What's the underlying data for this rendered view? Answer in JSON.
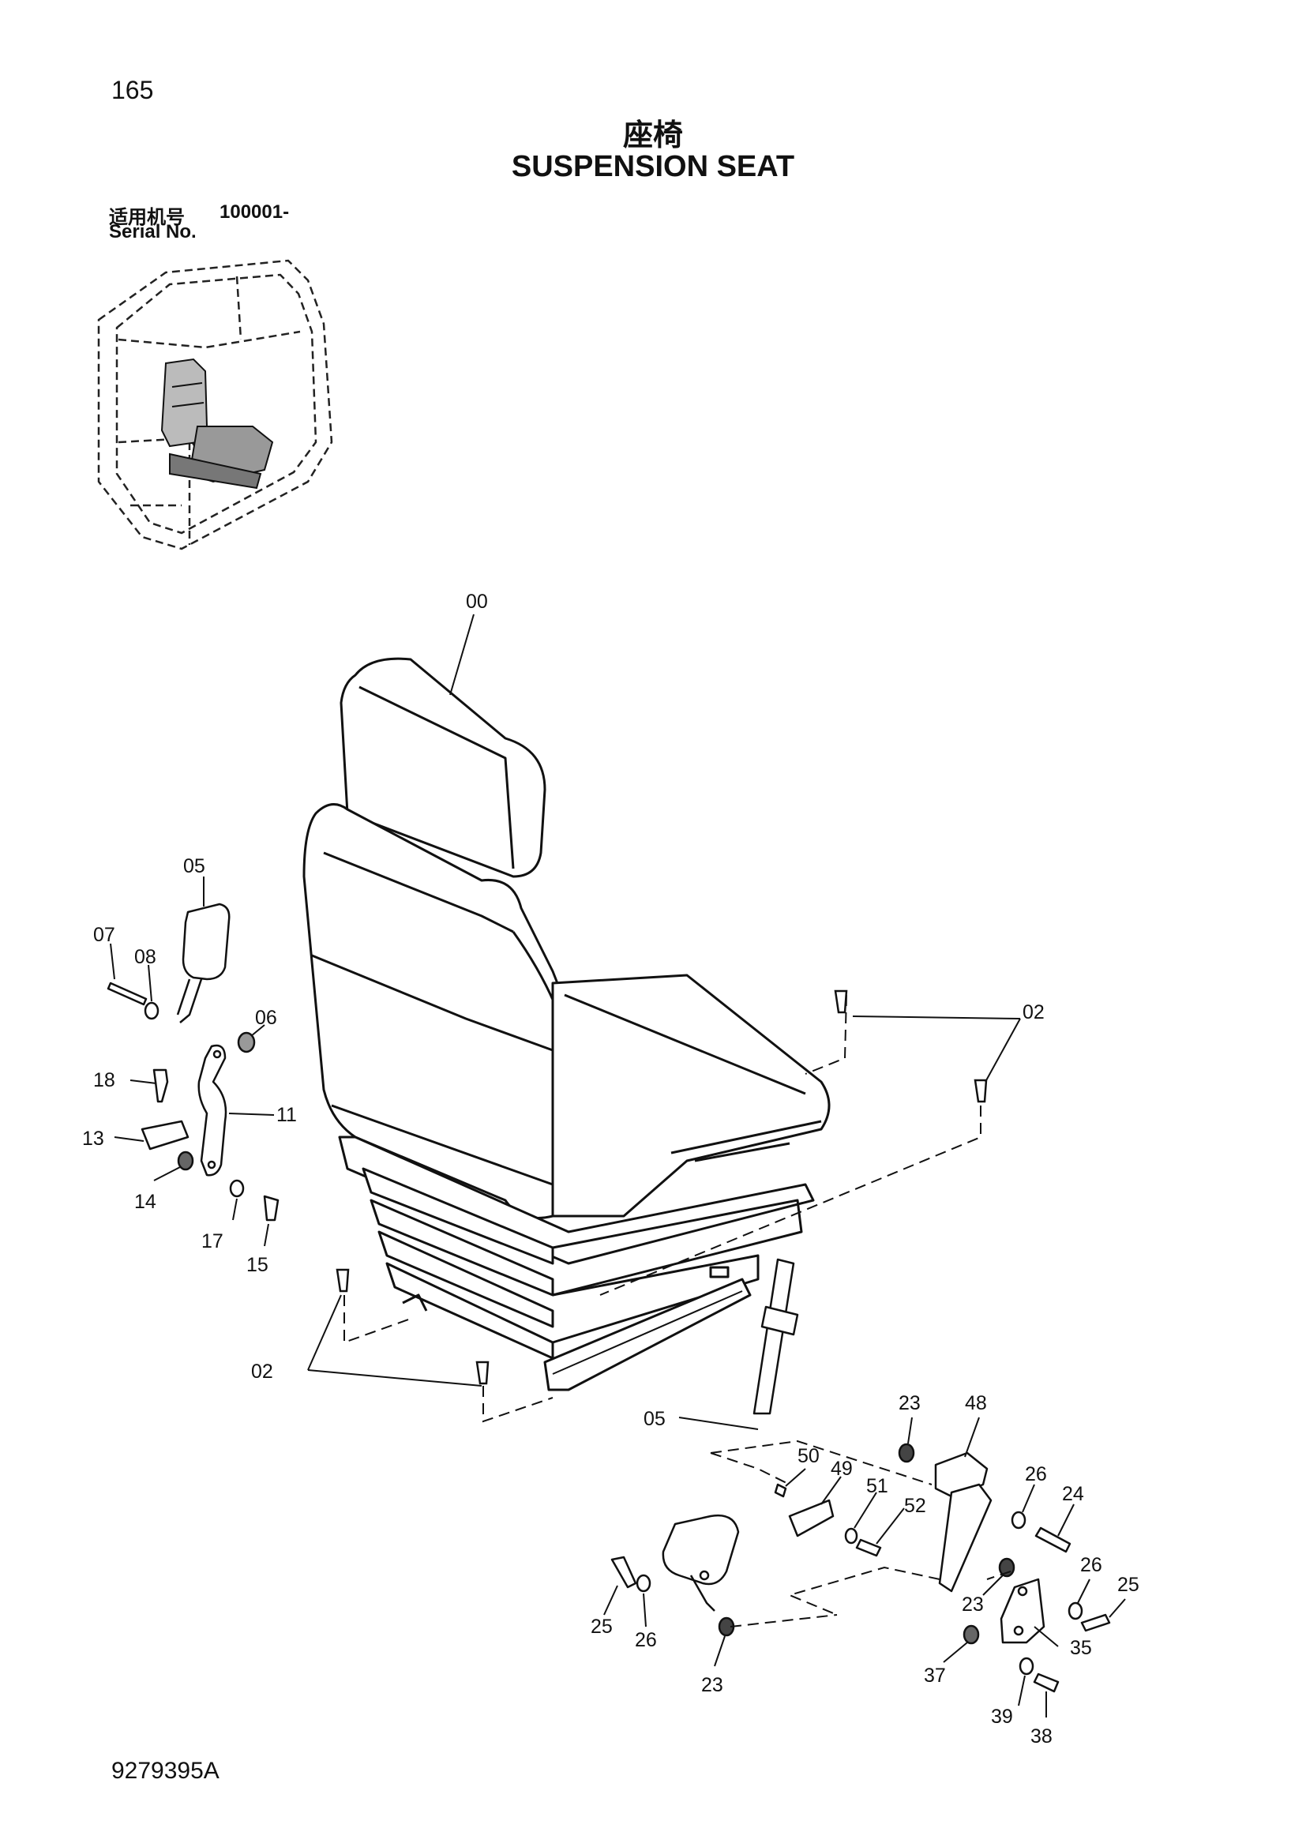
{
  "page": {
    "page_number": "165",
    "title_zh": "座椅",
    "title_en": "SUSPENSION SEAT",
    "serial_label_zh": "适用机号",
    "serial_value": "100001-",
    "serial_label_en": "Serial No.",
    "document_number": "9279395A"
  },
  "diagram": {
    "callouts": [
      {
        "id": "c00",
        "text": "00"
      },
      {
        "id": "c05a",
        "text": "05"
      },
      {
        "id": "c07",
        "text": "07"
      },
      {
        "id": "c08",
        "text": "08"
      },
      {
        "id": "c06",
        "text": "06"
      },
      {
        "id": "c18",
        "text": "18"
      },
      {
        "id": "c11",
        "text": "11"
      },
      {
        "id": "c13",
        "text": "13"
      },
      {
        "id": "c14",
        "text": "14"
      },
      {
        "id": "c17",
        "text": "17"
      },
      {
        "id": "c15",
        "text": "15"
      },
      {
        "id": "c02a",
        "text": "02"
      },
      {
        "id": "c02b",
        "text": "02"
      },
      {
        "id": "c05b",
        "text": "05"
      },
      {
        "id": "c23a",
        "text": "23"
      },
      {
        "id": "c48",
        "text": "48"
      },
      {
        "id": "c50",
        "text": "50"
      },
      {
        "id": "c49",
        "text": "49"
      },
      {
        "id": "c51",
        "text": "51"
      },
      {
        "id": "c52",
        "text": "52"
      },
      {
        "id": "c26a",
        "text": "26"
      },
      {
        "id": "c24",
        "text": "24"
      },
      {
        "id": "c26b",
        "text": "26"
      },
      {
        "id": "c25a",
        "text": "25"
      },
      {
        "id": "c23b",
        "text": "23"
      },
      {
        "id": "c35",
        "text": "35"
      },
      {
        "id": "c25b",
        "text": "25"
      },
      {
        "id": "c26c",
        "text": "26"
      },
      {
        "id": "c23c",
        "text": "23"
      },
      {
        "id": "c37",
        "text": "37"
      },
      {
        "id": "c39",
        "text": "39"
      },
      {
        "id": "c38",
        "text": "38"
      }
    ]
  }
}
